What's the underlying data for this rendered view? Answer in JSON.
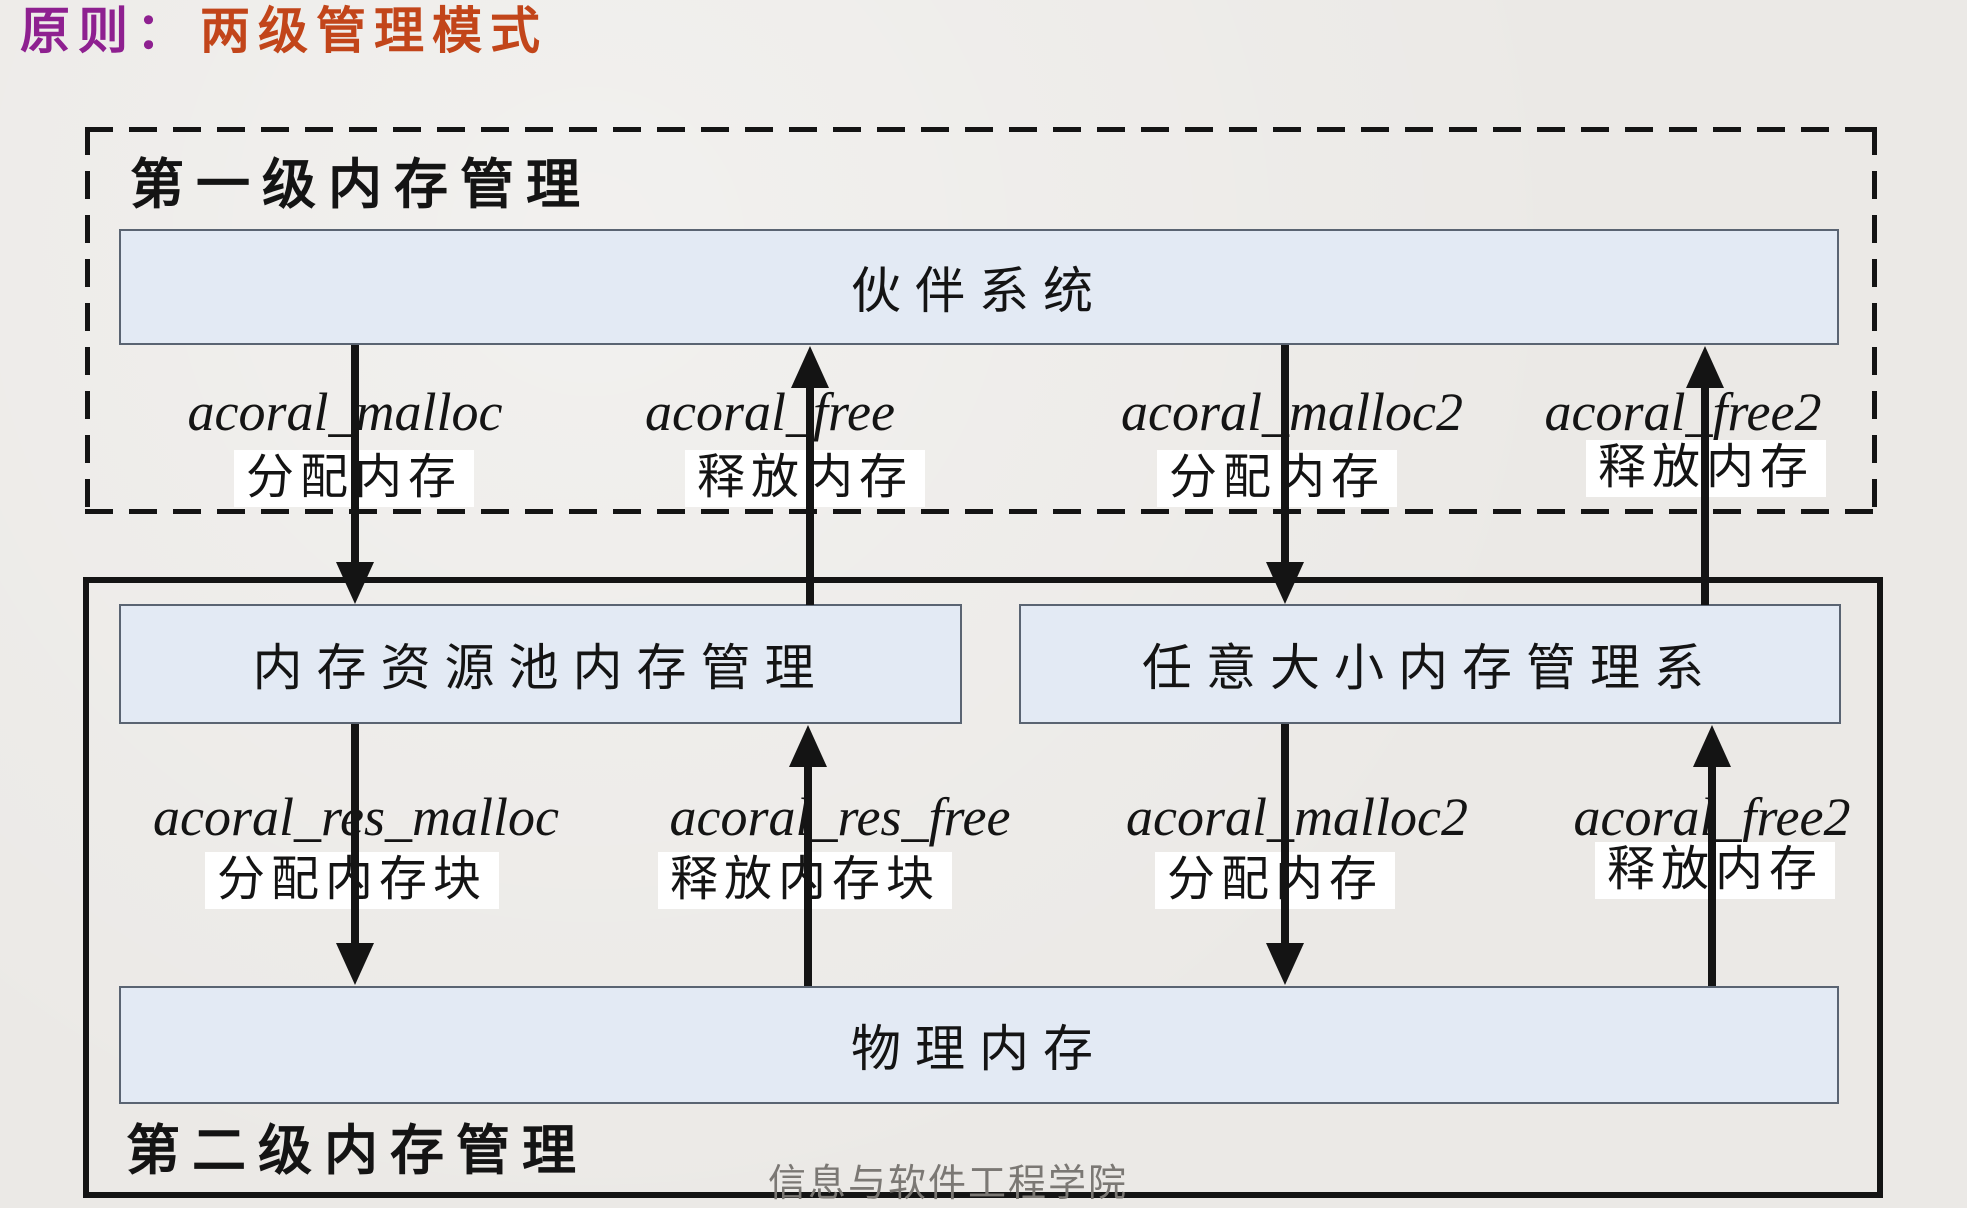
{
  "title": {
    "prefix": "原则：",
    "text": "两级管理模式"
  },
  "level1": {
    "label": "第一级内存管理",
    "buddy_box": "伙伴系统",
    "calls": [
      {
        "fn": "acoral_malloc",
        "desc": "分配内存",
        "direction": "down"
      },
      {
        "fn": "acoral_free",
        "desc": "释放内存",
        "direction": "up"
      },
      {
        "fn": "acoral_malloc2",
        "desc": "分配内存",
        "direction": "down"
      },
      {
        "fn": "acoral_free2",
        "desc": "释放内存",
        "direction": "up"
      }
    ]
  },
  "level2": {
    "label": "第二级内存管理",
    "pool_box": "内存资源池内存管理",
    "anysize_box": "任意大小内存管理系",
    "physical_box": "物理内存",
    "calls": [
      {
        "fn": "acoral_res_malloc",
        "desc": "分配内存块",
        "direction": "down"
      },
      {
        "fn": "acoral_res_free",
        "desc": "释放内存块",
        "direction": "up"
      },
      {
        "fn": "acoral_malloc2",
        "desc": "分配内存",
        "direction": "down"
      },
      {
        "fn": "acoral_free2",
        "desc": "释放内存",
        "direction": "up"
      }
    ]
  },
  "watermark": "信息与软件工程学院",
  "colors": {
    "title_prefix": "#8e2090",
    "title_text": "#c2451a",
    "box_fill": "#e3eaf4",
    "box_border": "#5a6472",
    "ink": "#141414",
    "watermark": "#7b7874",
    "background": "#ebe9e6"
  }
}
